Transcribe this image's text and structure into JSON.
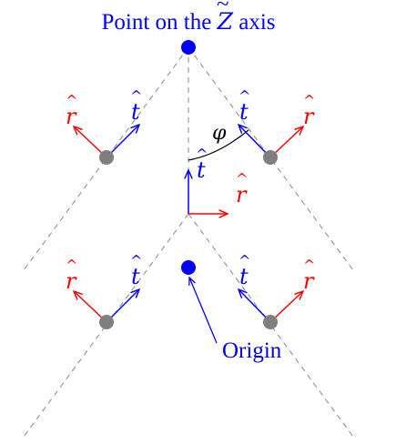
{
  "title": {
    "prefix": "Point on the ",
    "axis_symbol": "Z",
    "axis_accent": "~",
    "suffix": " axis"
  },
  "labels": {
    "t_symbol": "t",
    "r_symbol": "r",
    "hat": "^",
    "phi": "φ",
    "origin": "Origin"
  },
  "colors": {
    "blue": "#0000ff",
    "red": "#ff0000",
    "gray": "#7f7f7f",
    "dashed": "#888888",
    "black": "#000000"
  }
}
